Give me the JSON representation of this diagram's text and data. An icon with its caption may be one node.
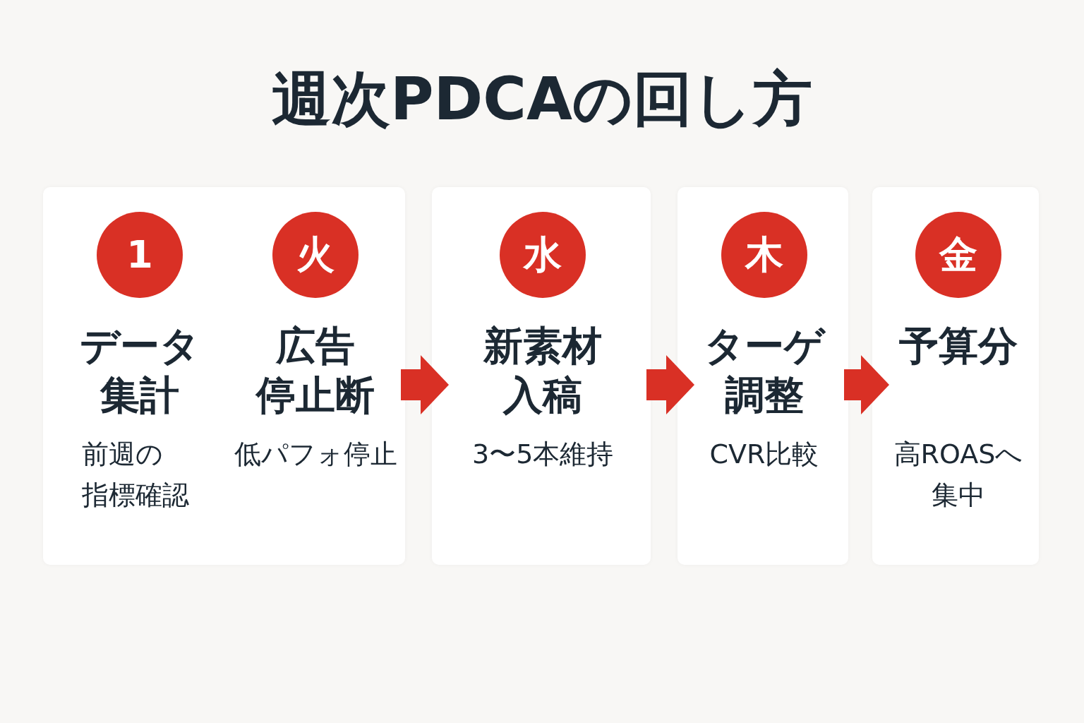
{
  "diagram": {
    "title": "週次PDCAの回し方",
    "nodes": [
      {
        "text": [],
        "shape": "box"
      },
      {
        "text": [
          "1",
          "データ集計",
          "前週の指標確認"
        ],
        "in": 0
      },
      {
        "text": [
          "火",
          "広告停止断",
          "低パフォ停止"
        ],
        "in": 0
      },
      {
        "text": [],
        "shape": "box"
      },
      {
        "text": [
          "水",
          "新素材入稿",
          "3〜5本維持"
        ],
        "in": 3
      },
      {
        "text": [],
        "shape": "box"
      },
      {
        "text": [
          "木",
          "ターゲ調整",
          "CVR比較"
        ],
        "in": 5
      },
      {
        "text": [],
        "shape": "box"
      },
      {
        "text": [
          "金",
          "予算分",
          "高ROASへ集中"
        ],
        "in": 7
      }
    ],
    "edges": [
      {
        "from": 0,
        "to": 3,
        "arrow": "to"
      },
      {
        "from": 3,
        "to": 5,
        "arrow": "to"
      },
      {
        "from": 5,
        "to": 7,
        "arrow": "to"
      }
    ]
  }
}
